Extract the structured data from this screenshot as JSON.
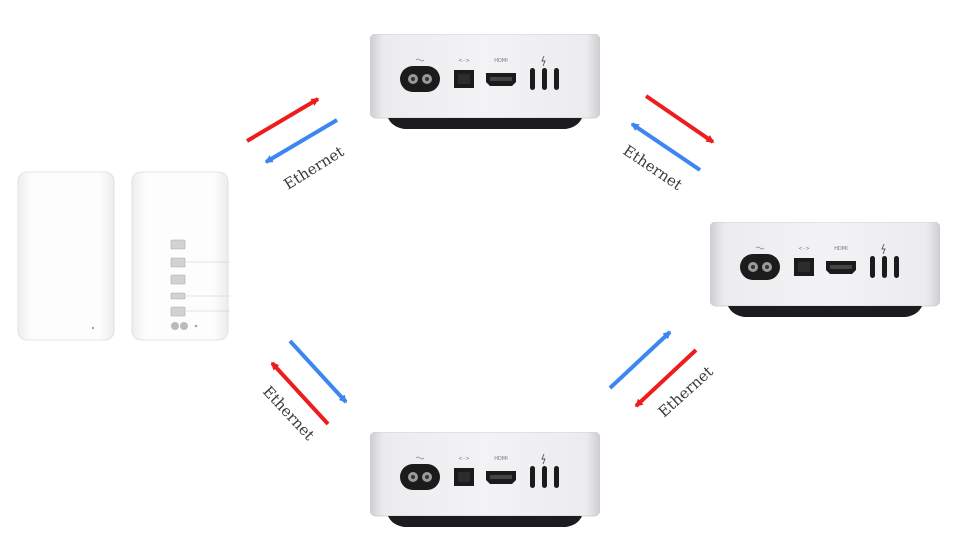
{
  "diagram": {
    "connections": [
      {
        "id": "router-to-top-mac",
        "label": "Ethernet"
      },
      {
        "id": "top-mac-to-right-mac",
        "label": "Ethernet"
      },
      {
        "id": "right-mac-to-bottom-mac",
        "label": "Ethernet"
      },
      {
        "id": "router-to-bottom-mac",
        "label": "Ethernet"
      }
    ],
    "mac_port_labels": {
      "hdmi": "HDMI",
      "ethernet": "<··>"
    },
    "colors": {
      "arrow_red": "#ee1c1c",
      "arrow_blue": "#3d86f0",
      "device_silver": "#e3e3e6",
      "device_base": "#1c1c1e",
      "router_white": "#fbfbfb"
    }
  }
}
